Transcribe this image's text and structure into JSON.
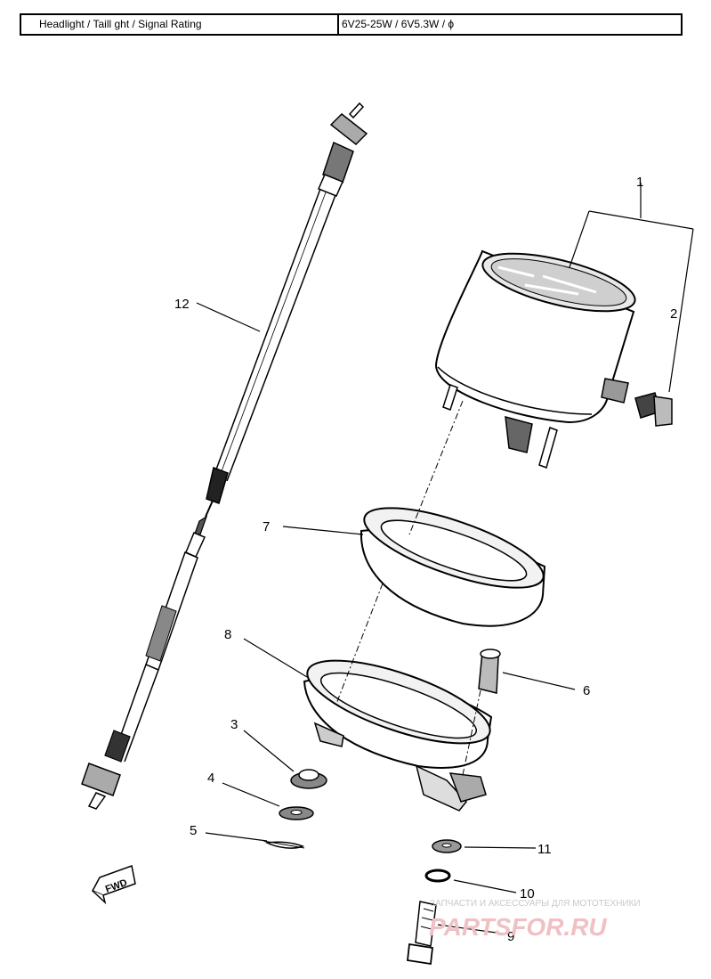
{
  "spec_table": {
    "label": "Headlight / Taill ght / Signal Rating",
    "value": "6V25-25W / 6V5.3W / ϕ"
  },
  "callouts": {
    "c1": "1",
    "c2": "2",
    "c3": "3",
    "c4": "4",
    "c5": "5",
    "c6": "6",
    "c7": "7",
    "c8": "8",
    "c9": "9",
    "c10": "10",
    "c11": "11",
    "c12": "12"
  },
  "direction_marker": "FWD",
  "watermark": {
    "tagline": "ЗАПЧАСТИ И АКСЕССУАРЫ ДЛЯ МОТОТЕХНИКИ",
    "brand": "PARTSFOR.RU"
  }
}
